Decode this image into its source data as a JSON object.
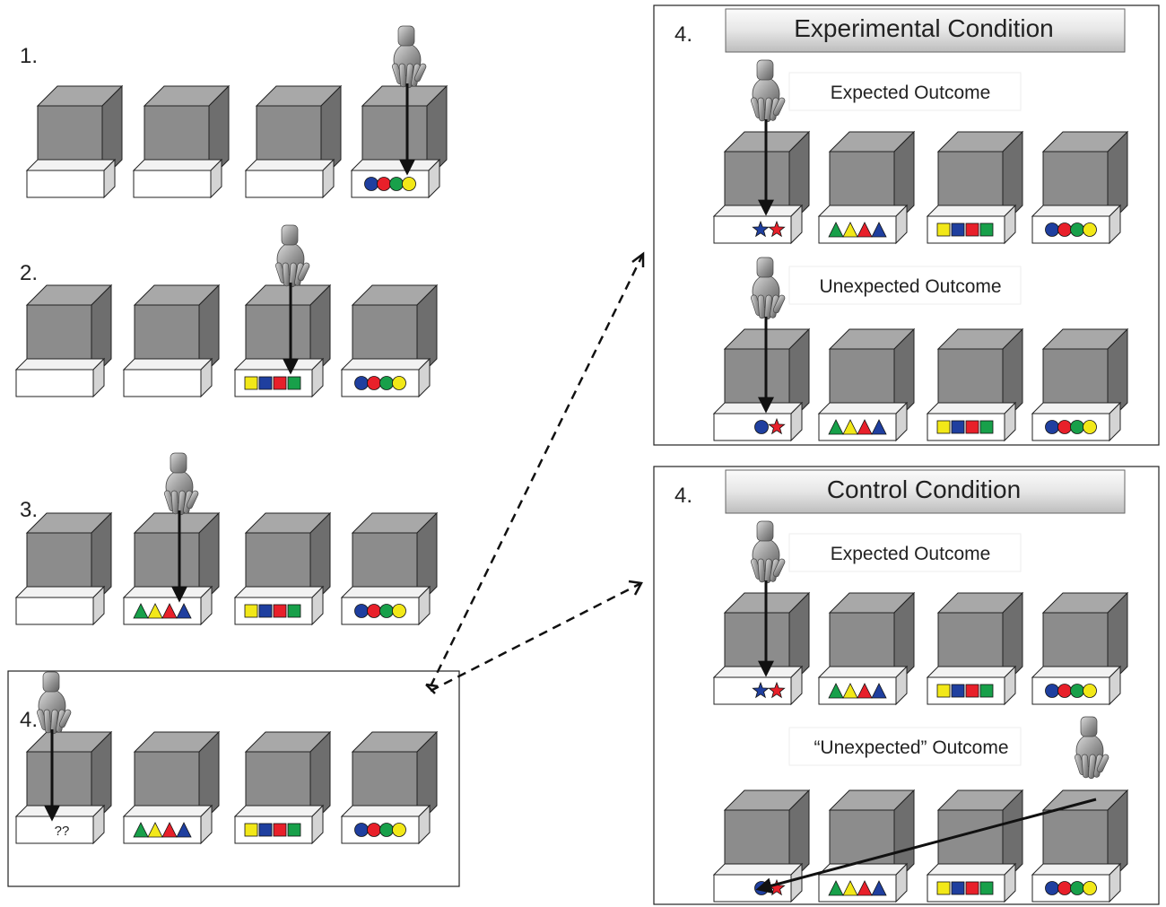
{
  "left_steps": [
    {
      "label": "1.",
      "boxes": [
        {
          "pattern": "blank"
        },
        {
          "pattern": "blank"
        },
        {
          "pattern": "blank"
        },
        {
          "pattern": "circles",
          "hand": true
        }
      ]
    },
    {
      "label": "2.",
      "boxes": [
        {
          "pattern": "blank"
        },
        {
          "pattern": "blank"
        },
        {
          "pattern": "squares",
          "hand": true
        },
        {
          "pattern": "circles"
        }
      ]
    },
    {
      "label": "3.",
      "boxes": [
        {
          "pattern": "blank"
        },
        {
          "pattern": "triangles",
          "hand": true
        },
        {
          "pattern": "squares"
        },
        {
          "pattern": "circles"
        }
      ]
    },
    {
      "label": "4.",
      "boxes": [
        {
          "pattern": "question",
          "hand": true,
          "text": "??"
        },
        {
          "pattern": "triangles"
        },
        {
          "pattern": "squares"
        },
        {
          "pattern": "circles"
        }
      ]
    }
  ],
  "panels": [
    {
      "step": "4.",
      "title": "Experimental Condition",
      "rows": [
        {
          "caption": "Expected Outcome",
          "boxes": [
            {
              "pattern": "stars",
              "hand": true
            },
            {
              "pattern": "triangles"
            },
            {
              "pattern": "squares"
            },
            {
              "pattern": "circles"
            }
          ]
        },
        {
          "caption": "Unexpected Outcome",
          "boxes": [
            {
              "pattern": "circle-star",
              "hand": true
            },
            {
              "pattern": "triangles"
            },
            {
              "pattern": "squares"
            },
            {
              "pattern": "circles"
            }
          ]
        }
      ]
    },
    {
      "step": "4.",
      "title": "Control Condition",
      "rows": [
        {
          "caption": "Expected Outcome",
          "boxes": [
            {
              "pattern": "stars",
              "hand": true
            },
            {
              "pattern": "triangles"
            },
            {
              "pattern": "squares"
            },
            {
              "pattern": "circles"
            }
          ]
        },
        {
          "caption": "“Unexpected” Outcome",
          "boxes": [
            {
              "pattern": "circle-star"
            },
            {
              "pattern": "triangles"
            },
            {
              "pattern": "squares"
            },
            {
              "pattern": "circles",
              "hand": true
            }
          ]
        }
      ]
    }
  ],
  "colors": {
    "box_front": "#8c8c8c",
    "box_side": "#6e6e6e",
    "box_top": "#a8a8a8",
    "blue": "#1f3f9f",
    "red": "#e8202a",
    "green": "#18a04a",
    "yellow": "#f2e818"
  },
  "icons": {
    "hand": "hand-icon",
    "arrow": "down-arrow-icon"
  }
}
